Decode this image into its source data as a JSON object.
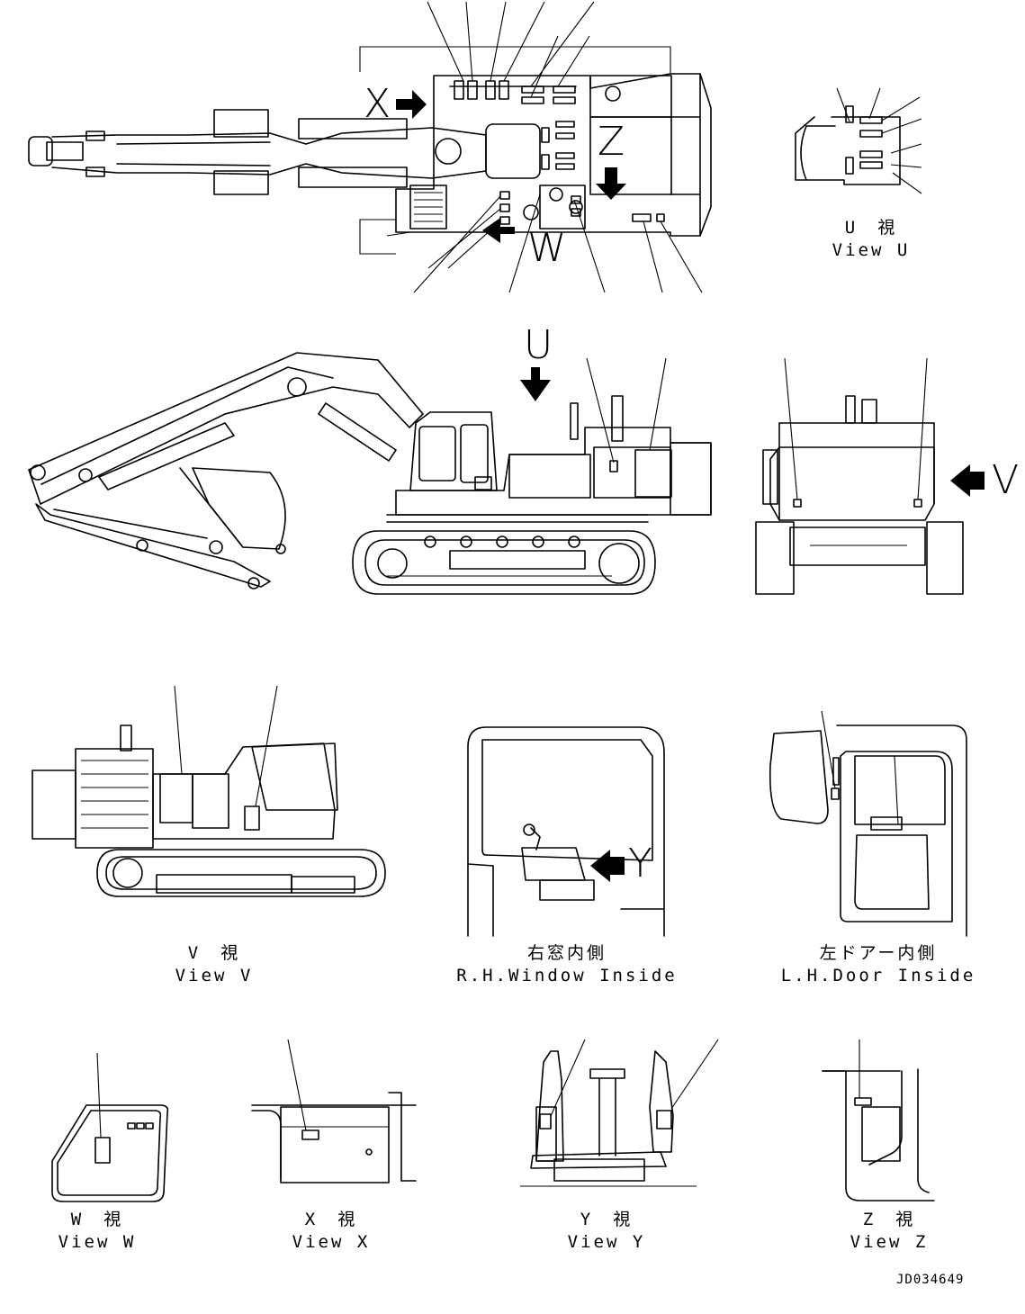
{
  "view_labels": {
    "u": {
      "ja": "U　視",
      "en": "View U"
    },
    "v": {
      "ja": "V　視",
      "en": "View V"
    },
    "rh_window": {
      "ja": "右窓内側",
      "en": "R.H.Window Inside"
    },
    "lh_door": {
      "ja": "左ドアー内側",
      "en": "L.H.Door Inside"
    },
    "w": {
      "ja": "W　視",
      "en": "View W"
    },
    "x": {
      "ja": "X　視",
      "en": "View X"
    },
    "y": {
      "ja": "Y　視",
      "en": "View Y"
    },
    "z": {
      "ja": "Z　視",
      "en": "View Z"
    }
  },
  "arrow_letters": {
    "x": "X",
    "z": "Z",
    "w": "W",
    "u": "U",
    "v": "V",
    "y": "Y"
  },
  "doc_id": "JD034649"
}
